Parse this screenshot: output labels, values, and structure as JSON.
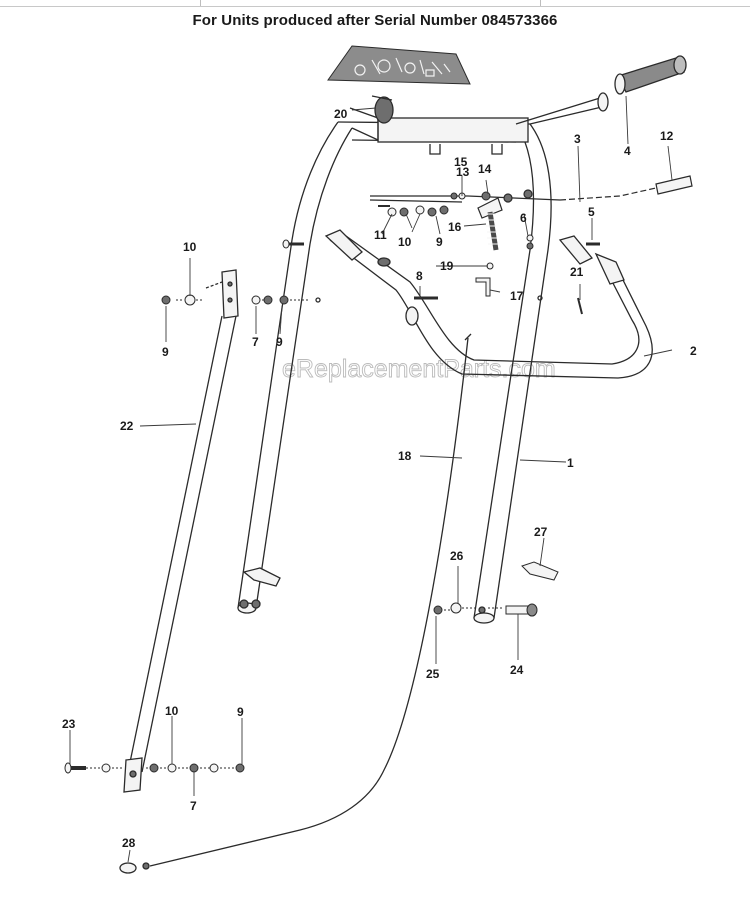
{
  "title": "For Units produced after Serial Number 084573366",
  "watermark": "eReplacementParts.com",
  "callouts": {
    "c1": "1",
    "c2": "2",
    "c3": "3",
    "c4": "4",
    "c5": "5",
    "c6": "6",
    "c7a": "7",
    "c7b": "7",
    "c8": "8",
    "c9a": "9",
    "c9b": "9",
    "c9c": "9",
    "c9d": "9",
    "c10a": "10",
    "c10b": "10",
    "c10c": "10",
    "c11": "11",
    "c12": "12",
    "c13": "13",
    "c14": "14",
    "c15": "15",
    "c16": "16",
    "c17": "17",
    "c18": "18",
    "c19": "19",
    "c20": "20",
    "c21": "21",
    "c22": "22",
    "c23": "23",
    "c24": "24",
    "c25": "25",
    "c26": "26",
    "c27": "27",
    "c28": "28"
  },
  "colors": {
    "line": "#2b2b2b",
    "part_fill": "#f4f4f4",
    "dark_part": "#6e6e6e",
    "decal": "#9a9a9a"
  }
}
